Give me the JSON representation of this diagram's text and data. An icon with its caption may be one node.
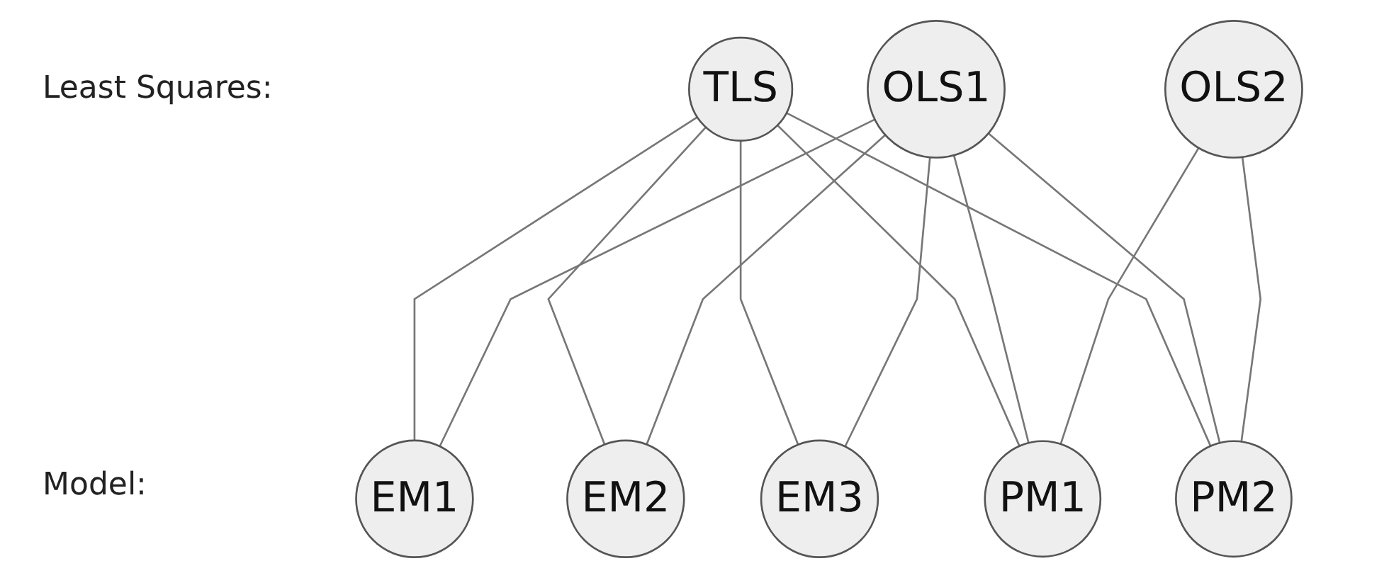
{
  "diagram": {
    "nodes": [
      {
        "text": [
          "TLS"
        ]
      },
      {
        "text": [
          "OLS1"
        ]
      },
      {
        "text": [
          "OLS2"
        ]
      },
      {
        "text": [
          "EM1"
        ]
      },
      {
        "text": [
          "EM2"
        ]
      },
      {
        "text": [
          "EM3"
        ]
      },
      {
        "text": [
          "PM1"
        ]
      },
      {
        "text": [
          "PM2"
        ]
      }
    ],
    "edges": [
      {
        "from": 0,
        "to": 3,
        "arrow": "none"
      },
      {
        "from": 0,
        "to": 4,
        "arrow": "none"
      },
      {
        "from": 0,
        "to": 5,
        "arrow": "none"
      },
      {
        "from": 0,
        "to": 6,
        "arrow": "none"
      },
      {
        "from": 0,
        "to": 7,
        "arrow": "none"
      },
      {
        "from": 1,
        "to": 3,
        "arrow": "none"
      },
      {
        "from": 1,
        "to": 4,
        "arrow": "none"
      },
      {
        "from": 1,
        "to": 5,
        "arrow": "none"
      },
      {
        "from": 1,
        "to": 6,
        "arrow": "none"
      },
      {
        "from": 1,
        "to": 7,
        "arrow": "none"
      },
      {
        "from": 2,
        "to": 6,
        "arrow": "none"
      },
      {
        "from": 2,
        "to": 7,
        "arrow": "none"
      }
    ],
    "labels": [
      "Least Squares:",
      "Model:"
    ]
  }
}
